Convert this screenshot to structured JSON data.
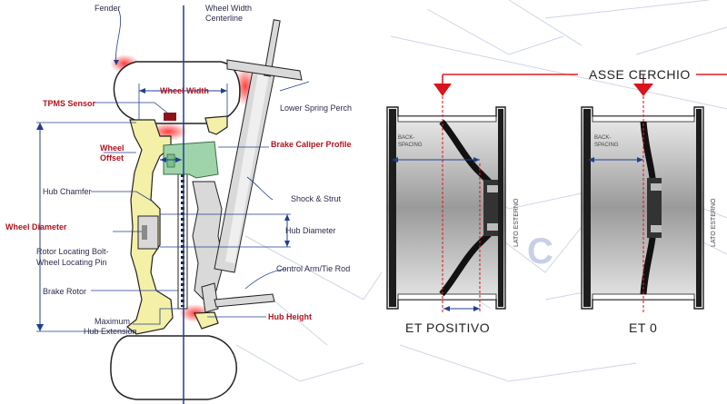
{
  "left_diagram": {
    "labels": {
      "fender": "Fender",
      "wheel_width_centerline_1": "Wheel Width",
      "wheel_width_centerline_2": "Centerline",
      "wheel_width": "Wheel  Width",
      "tpms_sensor": "TPMS Sensor",
      "wheel_offset_1": "Wheel",
      "wheel_offset_2": "Offset",
      "hub_chamfer": "Hub Chamfer",
      "wheel_diameter": "Wheel Diameter",
      "rotor_locating_1": "Rotor Locating Bolt-",
      "rotor_locating_2": "Wheel Locating Pin",
      "brake_rotor": "Brake Rotor",
      "max_hub_ext_1": "Maximum",
      "max_hub_ext_2": "Hub Extension",
      "lower_spring_perch": "Lower Spring Perch",
      "brake_caliper_profile": "Brake Caliper Profile",
      "shock_strut": "Shock & Strut",
      "hub_diameter": "Hub Diameter",
      "control_arm": "Control Arm/Tie Rod",
      "hub_height": "Hub Height"
    },
    "colors": {
      "accent": "#1f3f8f",
      "highlight": "#b4121b",
      "wheel": "#f4f0a8",
      "caliper": "#9fd3a9"
    }
  },
  "right_diagram": {
    "labels": {
      "asse_cerchio": "ASSE CERCHIO",
      "back_spacing_1a": "BACK-",
      "back_spacing_1b": "SPACING",
      "back_spacing_2a": "BACK-",
      "back_spacing_2b": "SPACING",
      "lato_esterno_1": "LATO ESTERNO",
      "lato_esterno_2": "LATO ESTERNO",
      "et_positivo": "ET POSITIVO",
      "et_zero": "ET 0"
    },
    "colors": {
      "marker": "#d8141c",
      "line": "#e01f25"
    }
  }
}
